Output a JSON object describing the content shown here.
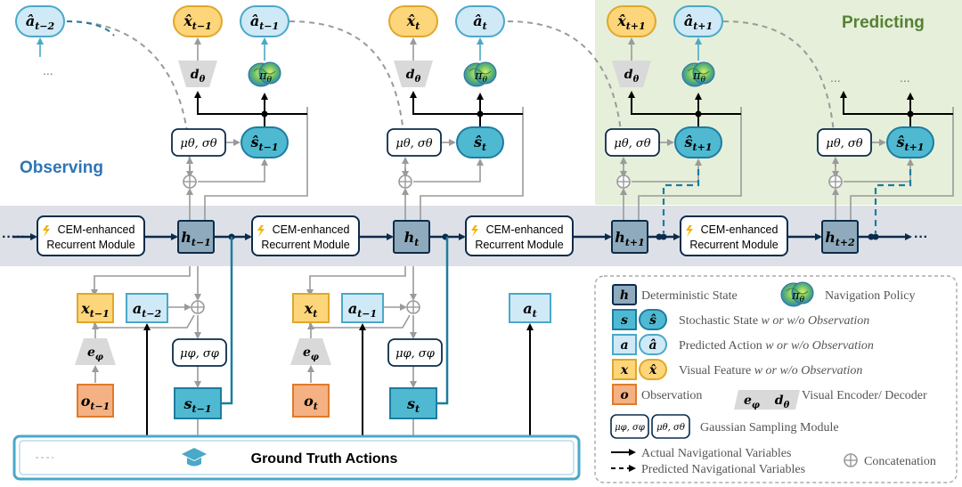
{
  "section_labels": {
    "observing": "Observing",
    "predicting": "Predicting"
  },
  "module": {
    "name_line1": "CEM-enhanced",
    "name_line2": "Recurrent Module"
  },
  "hidden_states": [
    {
      "base": "h",
      "sub": "t−1"
    },
    {
      "base": "h",
      "sub": "t"
    },
    {
      "base": "h",
      "sub": "t+1"
    },
    {
      "base": "h",
      "sub": "t+2"
    }
  ],
  "top_items": {
    "a_hat_t_minus_2": {
      "base": "â",
      "sub": "t−2"
    },
    "x_hat": [
      {
        "base": "x̂",
        "sub": "t−1"
      },
      {
        "base": "x̂",
        "sub": "t"
      },
      {
        "base": "x̂",
        "sub": "t+1"
      }
    ],
    "a_hat": [
      {
        "base": "â",
        "sub": "t−1"
      },
      {
        "base": "â",
        "sub": "t"
      },
      {
        "base": "â",
        "sub": "t+1"
      }
    ],
    "ellipsis": "..."
  },
  "decoder_label": "d",
  "decoder_sub": "θ",
  "encoder_label": "e",
  "encoder_sub": "φ",
  "policy_label": "π",
  "policy_sub": "θ",
  "prior_sampler": "μθ, σθ",
  "post_sampler": "μφ, σφ",
  "stochastic_pred": [
    {
      "base": "ŝ",
      "sub": "t−1"
    },
    {
      "base": "ŝ",
      "sub": "t"
    },
    {
      "base": "ŝ",
      "sub": "t+1"
    },
    {
      "base": "ŝ",
      "sub": "t+1"
    }
  ],
  "stochastic_obs": [
    {
      "base": "s",
      "sub": "t−1"
    },
    {
      "base": "s",
      "sub": "t"
    }
  ],
  "visual_features": [
    {
      "base": "x",
      "sub": "t−1"
    },
    {
      "base": "x",
      "sub": "t"
    }
  ],
  "observations": [
    {
      "base": "o",
      "sub": "t−1"
    },
    {
      "base": "o",
      "sub": "t"
    }
  ],
  "actions": [
    {
      "base": "a",
      "sub": "t−2"
    },
    {
      "base": "a",
      "sub": "t−1"
    },
    {
      "base": "a",
      "sub": "t"
    }
  ],
  "ground_truth": {
    "label": "Ground Truth  Actions"
  },
  "dots": {
    "left": "·····",
    "right": "···"
  },
  "legend": {
    "deterministic": "Deterministic State",
    "navigation_policy": "Navigation Policy",
    "stochastic": "Stochastic State",
    "stochastic_suffix": "w or w/o Observation",
    "predicted_action": "Predicted Action",
    "predicted_action_suffix": "w or w/o Observation",
    "visual_feature": "Visual Feature",
    "visual_feature_suffix": "w or w/o Observation",
    "observation": "Observation",
    "encoder_decoder": "Visual Encoder/ Decoder",
    "gaussian": "Gaussian Sampling Module",
    "actual_vars": "Actual Navigational Variables",
    "predicted_vars": "Predicted Navigational Variables",
    "concatenation": "Concatenation",
    "symbols": {
      "h": "h",
      "s": "s",
      "s_hat": "ŝ",
      "a": "a",
      "a_hat": "â",
      "x": "x",
      "x_hat": "x̂",
      "o": "o"
    }
  },
  "colors": {
    "observing": "#2e75b6",
    "predicting": "#548235",
    "predict_bg": "#e6efd9",
    "band": "#dde1e7",
    "h_fill": "#8eaabc",
    "s_fill": "#4fb9d1",
    "a_fill": "#cfe9f7",
    "x_fill": "#fdd57a",
    "o_fill": "#f4b183",
    "navy": "#0b2b4a",
    "teal": "#1d7ca0"
  }
}
